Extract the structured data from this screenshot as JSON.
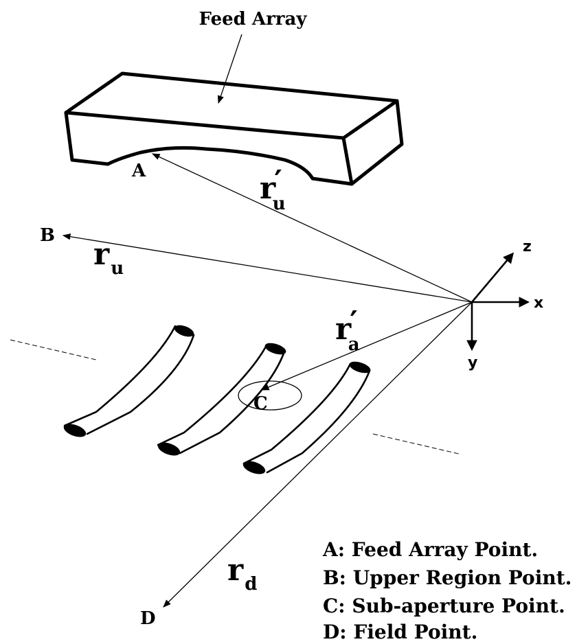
{
  "title": "Feed Array",
  "points": {
    "A": "A",
    "B": "B",
    "C": "C",
    "D": "D"
  },
  "vectors": {
    "ru_prime": {
      "main": "r",
      "prime": "′",
      "sub": "u"
    },
    "ru": {
      "main": "r",
      "sub": "u"
    },
    "ra_prime": {
      "main": "r",
      "prime": "′",
      "sub": "a"
    },
    "rd": {
      "main": "r",
      "sub": "d"
    }
  },
  "axes": {
    "x": "x",
    "y": "y",
    "z": "z"
  },
  "legend": [
    "A: Feed Array Point.",
    "B: Upper Region Point.",
    "C: Sub-aperture Point.",
    "D: Field Point."
  ]
}
